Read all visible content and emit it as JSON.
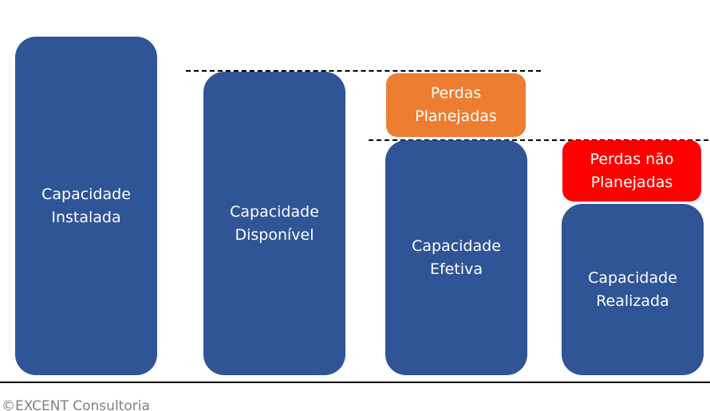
{
  "blocks": {
    "installed": "Capacidade\nInstalada",
    "available": "Capacidade\nDisponível",
    "planned_losses": "Perdas\nPlanejadas",
    "effective": "Capacidade\nEfetiva",
    "unplanned_losses": "Perdas não\nPlanejadas",
    "realized": "Capacidade\nRealizada"
  },
  "colors": {
    "capacity": "#2f5597",
    "planned_losses": "#ed7d31",
    "unplanned_losses": "#ff0000"
  },
  "footer": {
    "copyright": "©EXCENT Consultoria"
  }
}
